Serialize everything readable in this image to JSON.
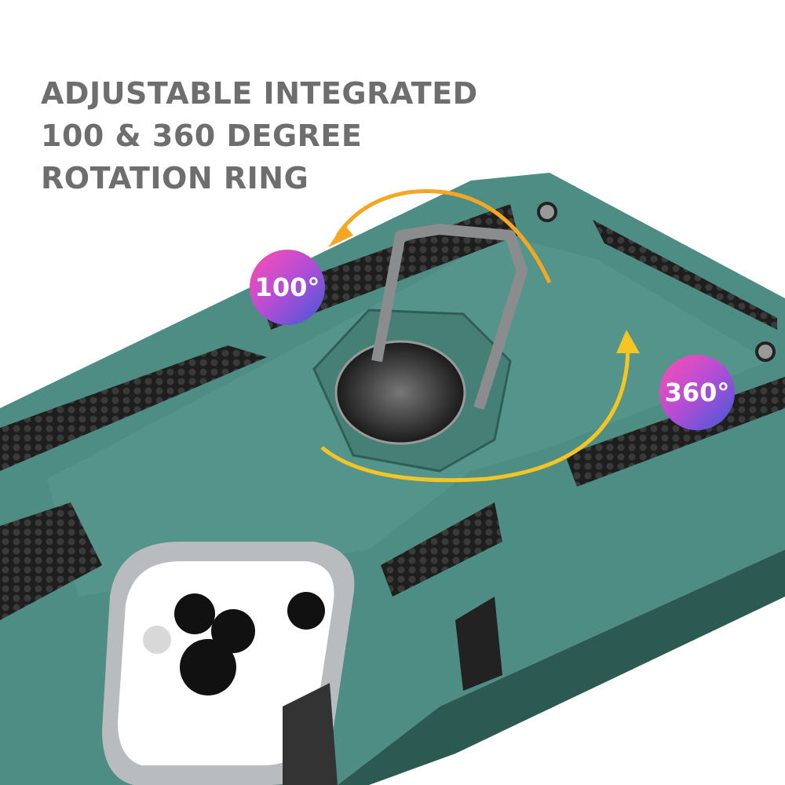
{
  "headline": {
    "line1": "ADJUSTABLE INTEGRATED",
    "line2": "100 & 360 DEGREE",
    "line3": "ROTATION RING"
  },
  "badges": {
    "left": "100°",
    "right": "360°"
  },
  "colors": {
    "case": "#4e8d83",
    "text": "#6e6e6e",
    "arrow": "#f5a623"
  }
}
